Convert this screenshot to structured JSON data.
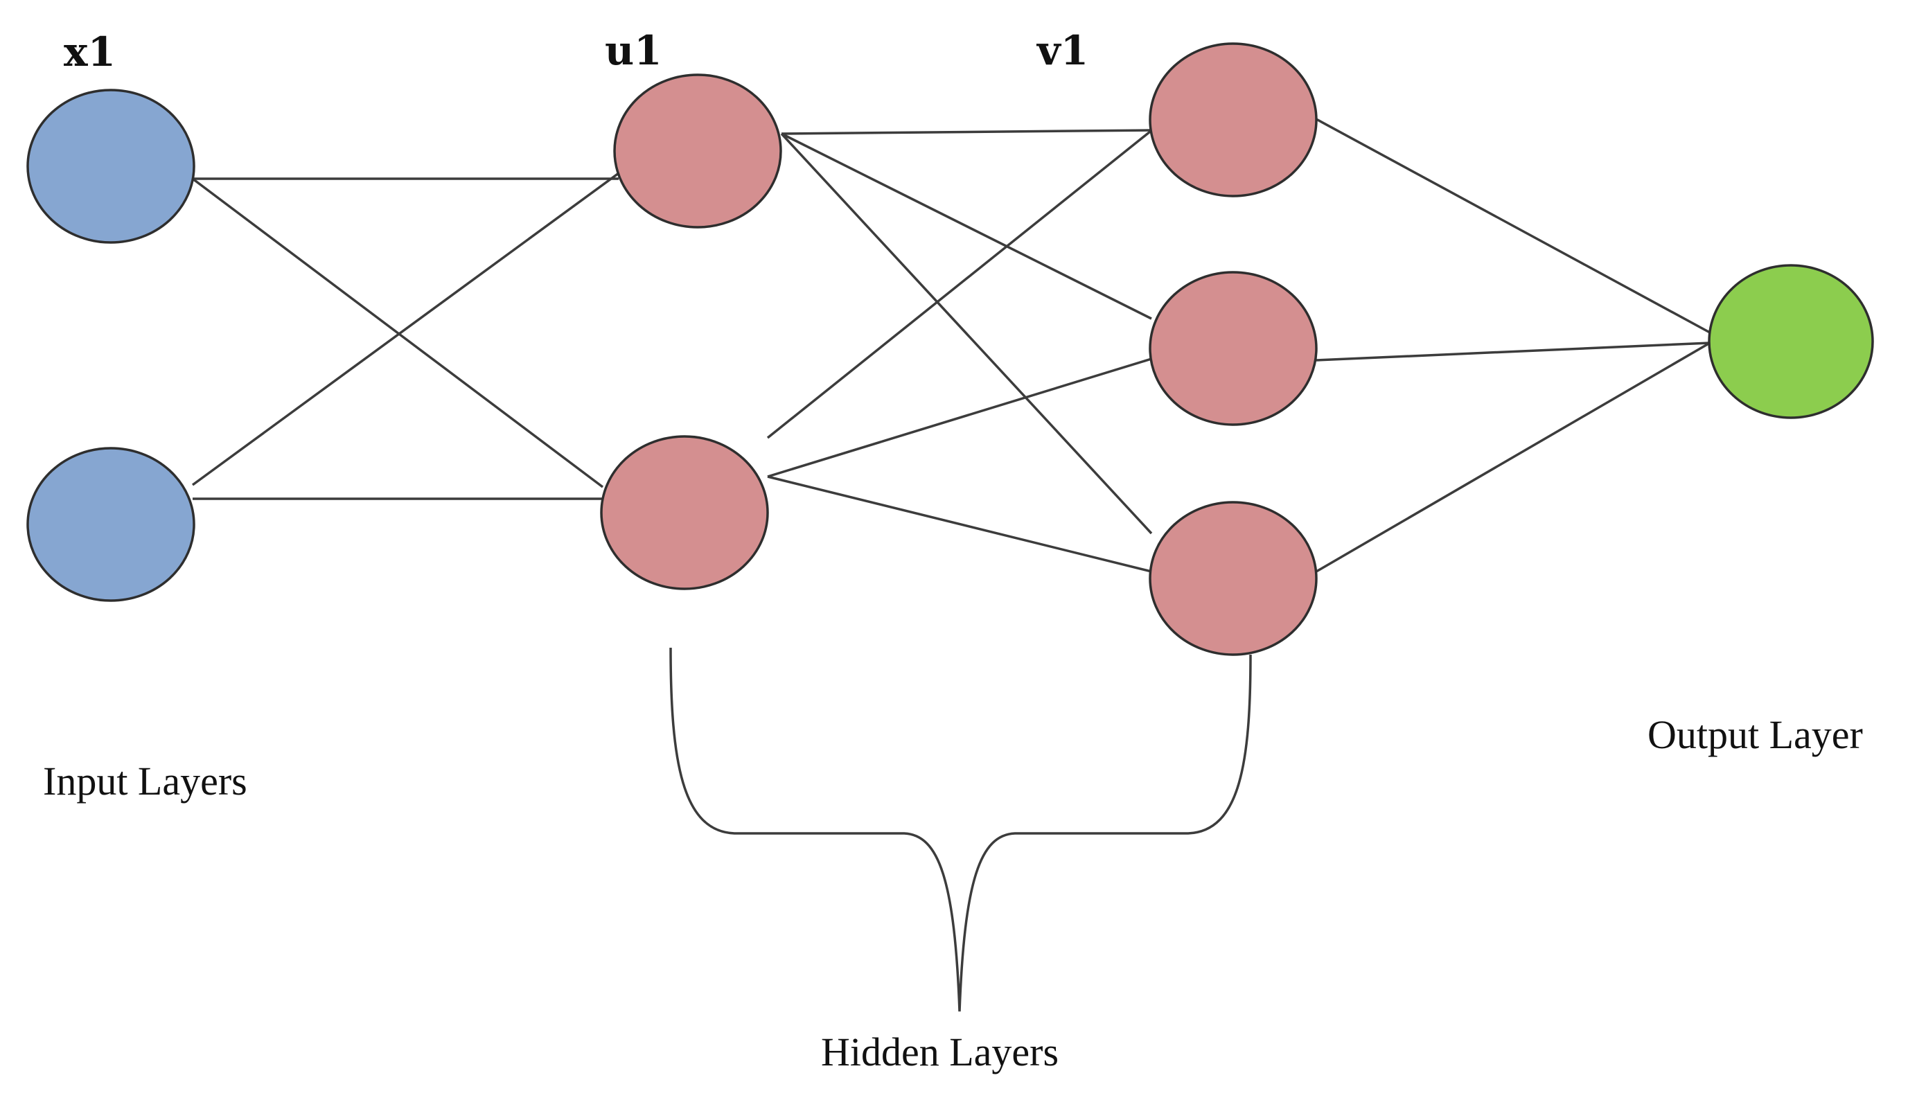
{
  "colors": {
    "input_node": "#86a6d1",
    "hidden_node": "#d48f90",
    "output_node": "#8ccd4e",
    "edge": "#3c3c3c",
    "node_outline": "#2e2e2e"
  },
  "node_labels": {
    "input": "x1",
    "hidden1": "u1",
    "hidden2": "v1"
  },
  "layer_labels": {
    "input": "Input Layers",
    "hidden": "Hidden Layers",
    "output": "Output Layer"
  },
  "layers": {
    "input_count": 2,
    "hidden1_count": 2,
    "hidden2_count": 3,
    "output_count": 1
  }
}
